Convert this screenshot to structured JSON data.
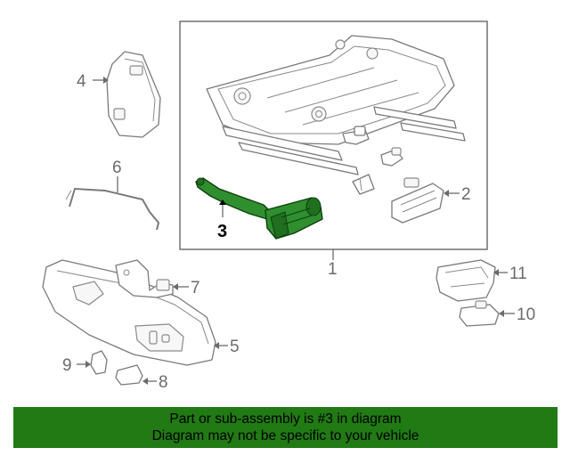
{
  "callouts": {
    "c1": "1",
    "c2": "2",
    "c3": "3",
    "c4": "4",
    "c5": "5",
    "c6": "6",
    "c7": "7",
    "c8": "8",
    "c9": "9",
    "c10": "10",
    "c11": "11"
  },
  "highlight_color": "#217a14",
  "banner": {
    "line1": "Part or sub-assembly is #3 in diagram",
    "line2": "Diagram may not be specific to your vehicle"
  }
}
